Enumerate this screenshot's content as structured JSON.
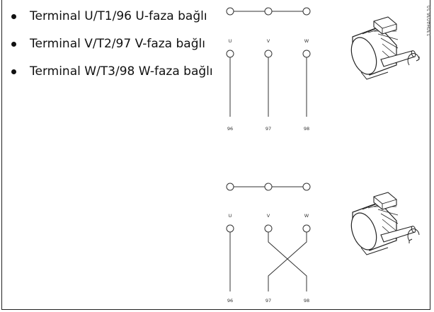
{
  "bullets": [
    {
      "text": "Terminal U/T1/96 U-faza bağlı"
    },
    {
      "text": "Terminal V/T2/97 V-faza bağlı"
    },
    {
      "text": "Terminal W/T3/98 W-faza bağlı"
    }
  ],
  "diagram_top": {
    "phase_labels": [
      "U",
      "V",
      "W"
    ],
    "terminal_numbers": [
      "96",
      "97",
      "98"
    ]
  },
  "diagram_bottom": {
    "phase_labels": [
      "U",
      "V",
      "W"
    ],
    "terminal_numbers": [
      "96",
      "97",
      "98"
    ]
  },
  "figure_id": "130HA036.10"
}
